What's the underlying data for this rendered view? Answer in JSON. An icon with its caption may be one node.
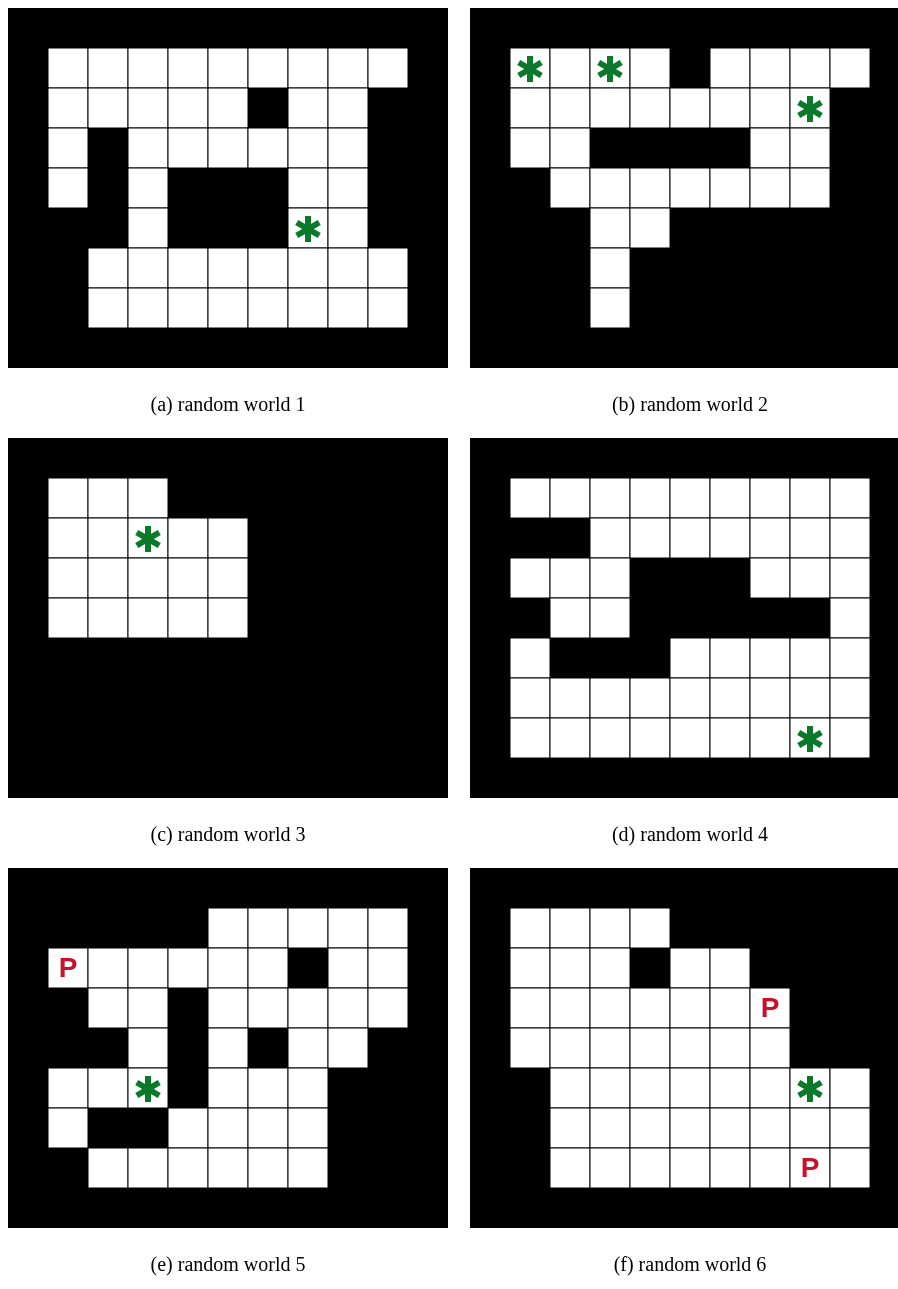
{
  "diagram": {
    "labels": [
      "(a) random world 1",
      "(b) random world 2",
      "(c) random world 3",
      "(d) random world 4",
      "P",
      "P",
      "P",
      "(e) random world 5",
      "(f) random world 6"
    ]
  }
}
